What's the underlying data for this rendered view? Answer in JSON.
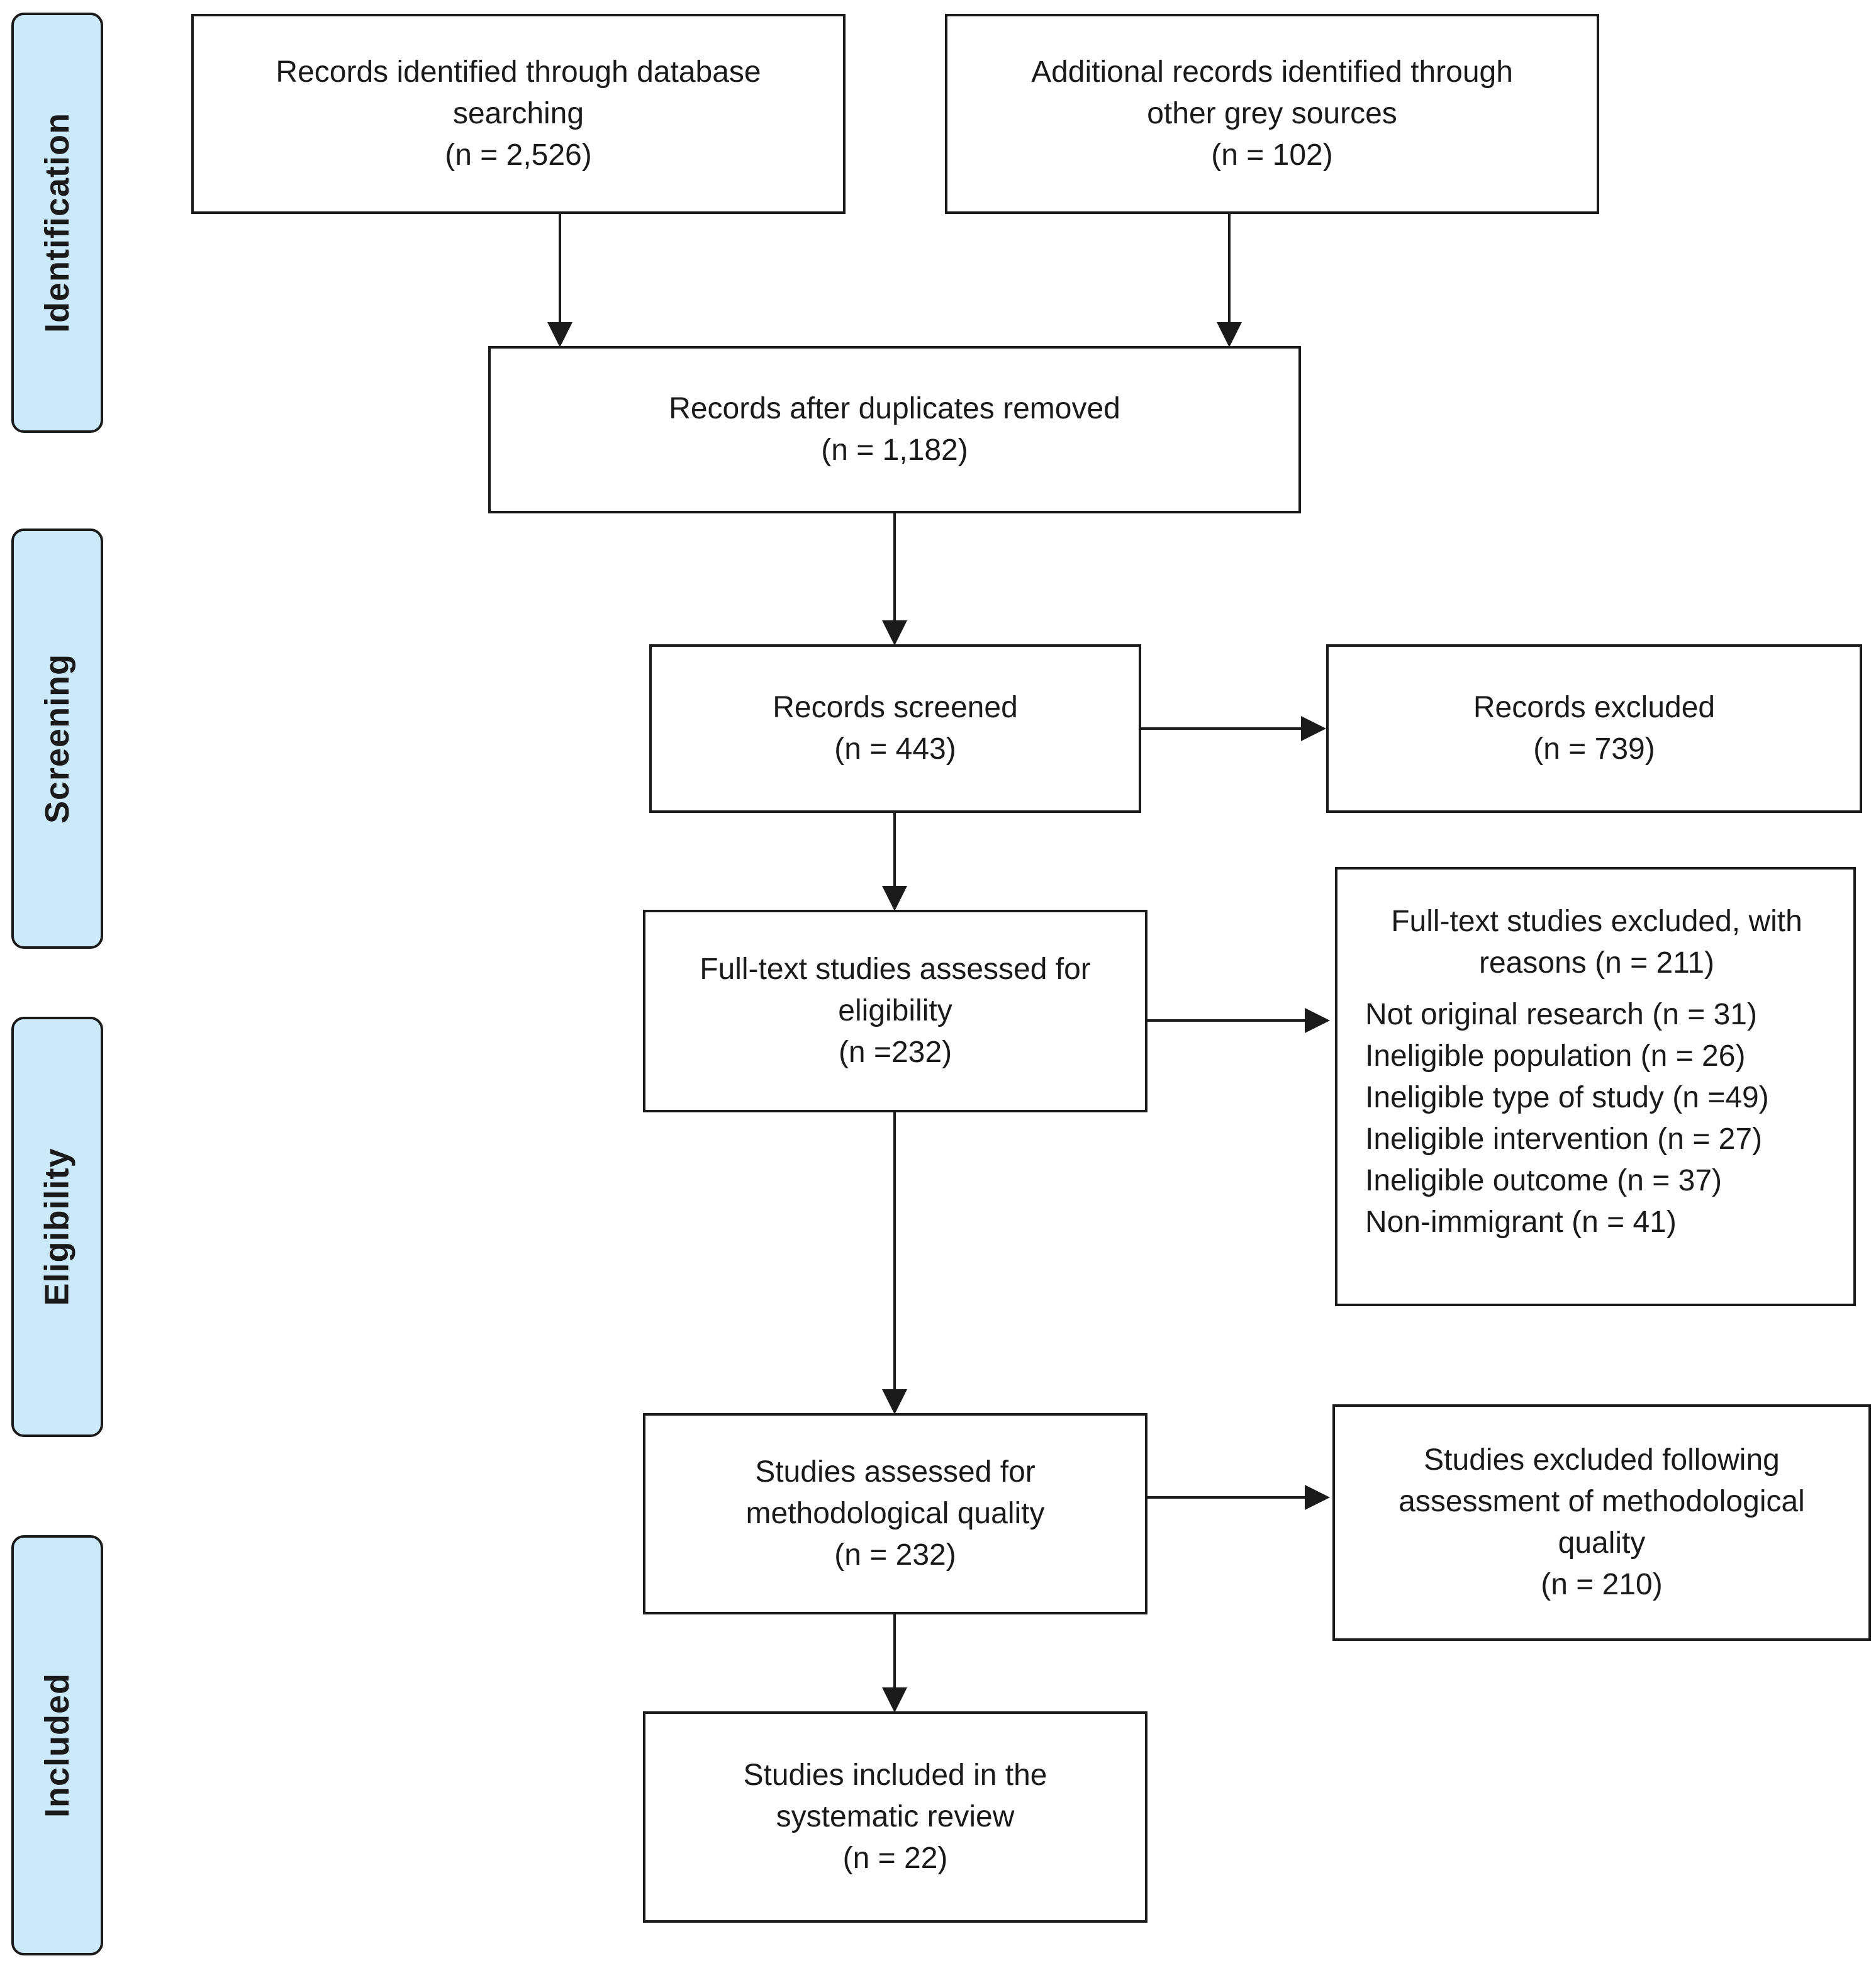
{
  "phases": {
    "identification": "Identification",
    "screening": "Screening",
    "eligibility": "Eligibility",
    "included": "Included"
  },
  "boxes": {
    "database": {
      "lines": [
        "Records identified through database",
        "searching",
        "(n = 2,526)"
      ]
    },
    "grey": {
      "lines": [
        "Additional records identified through",
        "other grey sources",
        "(n = 102)"
      ]
    },
    "dedup": {
      "lines": [
        "Records after duplicates removed",
        "(n = 1,182)"
      ]
    },
    "screened": {
      "lines": [
        "Records screened",
        "(n = 443)"
      ]
    },
    "excluded": {
      "lines": [
        "Records excluded",
        "(n = 739)"
      ]
    },
    "fulltext": {
      "lines": [
        "Full-text studies assessed for",
        "eligibility",
        "(n =232)"
      ]
    },
    "fulltext_excluded": {
      "title_lines": [
        "Full-text studies excluded, with",
        "reasons (n = 211)"
      ],
      "reasons": [
        "Not original research (n = 31)",
        "Ineligible population (n = 26)",
        "Ineligible type of study (n =49)",
        "Ineligible intervention (n = 27)",
        "Ineligible outcome (n = 37)",
        "Non-immigrant (n = 41)"
      ]
    },
    "quality": {
      "lines": [
        "Studies assessed for",
        "methodological quality",
        "(n = 232)"
      ]
    },
    "quality_excluded": {
      "lines": [
        "Studies excluded following",
        "assessment of methodological",
        "quality",
        "(n = 210)"
      ]
    },
    "included": {
      "lines": [
        "Studies included in the",
        "systematic review",
        "(n = 22)"
      ]
    }
  }
}
